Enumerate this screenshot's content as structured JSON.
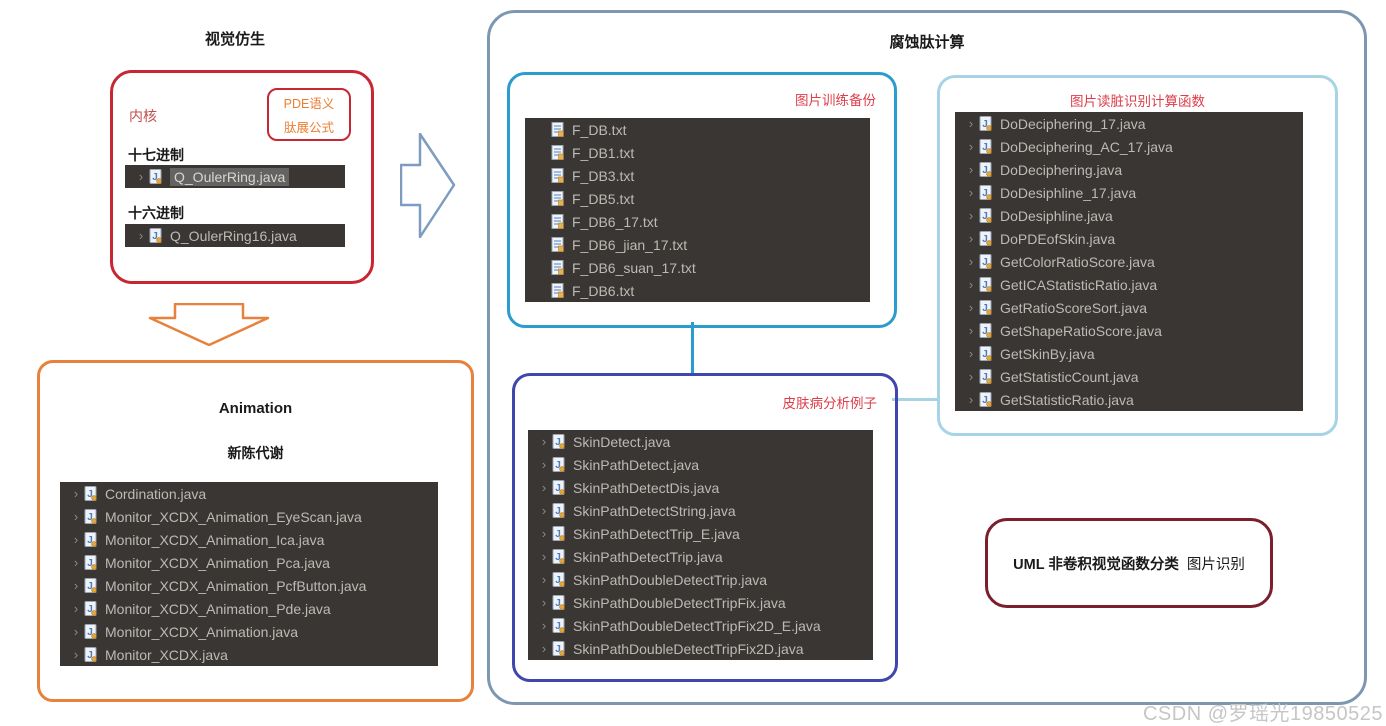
{
  "visual_group": {
    "title": "视觉仿生",
    "kernel_label": "内核",
    "pde_note": {
      "line1": "PDE语义",
      "line2": "肽展公式"
    },
    "sections": [
      {
        "label": "十七进制",
        "file": "Q_OulerRing.java"
      },
      {
        "label": "十六进制",
        "file": "Q_OulerRing16.java"
      }
    ]
  },
  "corrosion_group": {
    "title": "腐蚀肽计算",
    "training_backup": {
      "label": "图片训练备份",
      "files": [
        "F_DB.txt",
        "F_DB1.txt",
        "F_DB3.txt",
        "F_DB5.txt",
        "F_DB6_17.txt",
        "F_DB6_jian_17.txt",
        "F_DB6_suan_17.txt",
        "F_DB6.txt"
      ]
    },
    "recognition_functions": {
      "label": "图片读脏识别计算函数",
      "files": [
        "DoDeciphering_17.java",
        "DoDeciphering_AC_17.java",
        "DoDeciphering.java",
        "DoDesiphline_17.java",
        "DoDesiphline.java",
        "DoPDEofSkin.java",
        "GetColorRatioScore.java",
        "GetICAStatisticRatio.java",
        "GetRatioScoreSort.java",
        "GetShapeRatioScore.java",
        "GetSkinBy.java",
        "GetStatisticCount.java",
        "GetStatisticRatio.java"
      ]
    },
    "skin_examples": {
      "label": "皮肤病分析例子",
      "files": [
        "SkinDetect.java",
        "SkinPathDetect.java",
        "SkinPathDetectDis.java",
        "SkinPathDetectString.java",
        "SkinPathDetectTrip_E.java",
        "SkinPathDetectTrip.java",
        "SkinPathDoubleDetectTrip.java",
        "SkinPathDoubleDetectTripFix.java",
        "SkinPathDoubleDetectTripFix2D_E.java",
        "SkinPathDoubleDetectTripFix2D.java"
      ]
    },
    "uml_note": {
      "main": "UML 非卷积视觉函数分类",
      "suffix": "图片识别"
    }
  },
  "animation_group": {
    "title": "Animation",
    "subtitle": "新陈代谢",
    "files": [
      "Cordination.java",
      "Monitor_XCDX_Animation_EyeScan.java",
      "Monitor_XCDX_Animation_Ica.java",
      "Monitor_XCDX_Animation_Pca.java",
      "Monitor_XCDX_Animation_PcfButton.java",
      "Monitor_XCDX_Animation_Pde.java",
      "Monitor_XCDX_Animation.java",
      "Monitor_XCDX.java"
    ]
  },
  "watermark": "CSDN @罗瑶光19850525",
  "colors": {
    "accent_red": "#c82633",
    "accent_orange": "#ed7d31",
    "label_red": "#dd3e4a",
    "box_cyan": "#2b9cce",
    "box_pale_blue": "#a6d4e6",
    "box_indigo": "#3f46ad",
    "box_outer_blue": "#7e97b0",
    "box_orange": "#e8813b",
    "box_maroon": "#7a1f2b",
    "arrow_blue": "#7e9cc0",
    "dark_panel": "#3a3633"
  }
}
